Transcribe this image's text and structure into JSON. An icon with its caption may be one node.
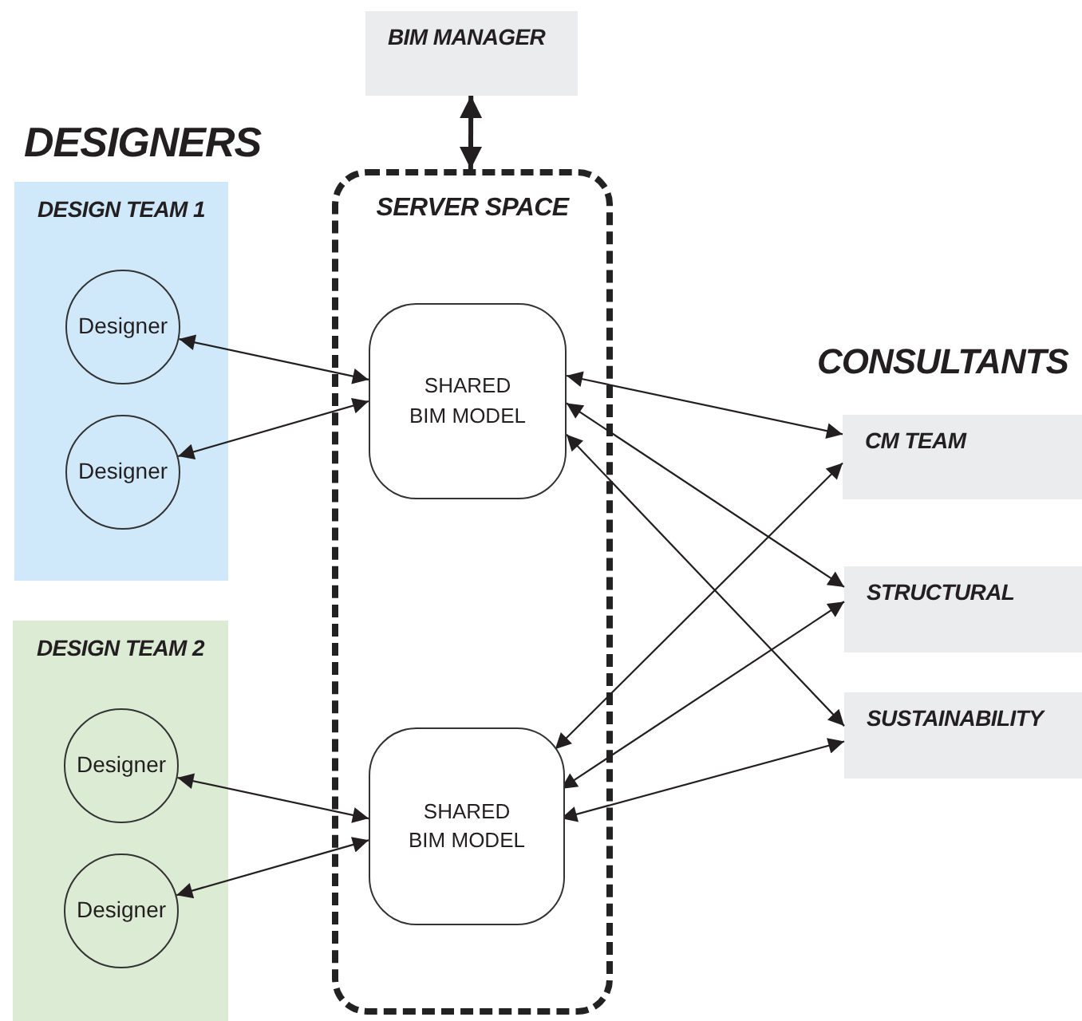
{
  "diagram": {
    "nodes": [
      {
        "text": [
          "BIM MANAGER"
        ]
      },
      {
        "text": [
          "DESIGN TEAM 1"
        ]
      },
      {
        "text": [
          "Designer"
        ],
        "in": 1
      },
      {
        "text": [
          "Designer"
        ],
        "in": 1
      },
      {
        "text": [
          "SERVER SPACE"
        ]
      },
      {
        "text": [
          "SHARED BIM MODEL"
        ],
        "in": 4
      },
      {
        "text": [
          "DESIGN TEAM 2"
        ]
      },
      {
        "text": [
          "Designer"
        ],
        "in": 6
      },
      {
        "text": [
          "Designer"
        ],
        "in": 6
      },
      {
        "text": [
          "SHARED BIM MODEL"
        ],
        "in": 4
      },
      {
        "text": [
          "CM TEAM"
        ]
      },
      {
        "text": [
          "STRUCTURAL"
        ]
      },
      {
        "text": [
          "SUSTAINABILITY"
        ]
      }
    ],
    "edges": [
      {
        "from": 0,
        "to": 4,
        "arrow": "both",
        "style": "thick"
      },
      {
        "from": 2,
        "to": 5,
        "arrow": "both"
      },
      {
        "from": 3,
        "to": 5,
        "arrow": "both"
      },
      {
        "from": 5,
        "to": 10,
        "arrow": "both"
      },
      {
        "from": 5,
        "to": 11,
        "arrow": "both"
      },
      {
        "from": 5,
        "to": 12,
        "arrow": "both"
      },
      {
        "from": 7,
        "to": 9,
        "arrow": "both"
      },
      {
        "from": 8,
        "to": 9,
        "arrow": "both"
      },
      {
        "from": 9,
        "to": 10,
        "arrow": "both"
      },
      {
        "from": 9,
        "to": 11,
        "arrow": "both"
      },
      {
        "from": 9,
        "to": 12,
        "arrow": "both"
      }
    ],
    "labels": [
      "DESIGNERS",
      "CONSULTANTS"
    ]
  }
}
